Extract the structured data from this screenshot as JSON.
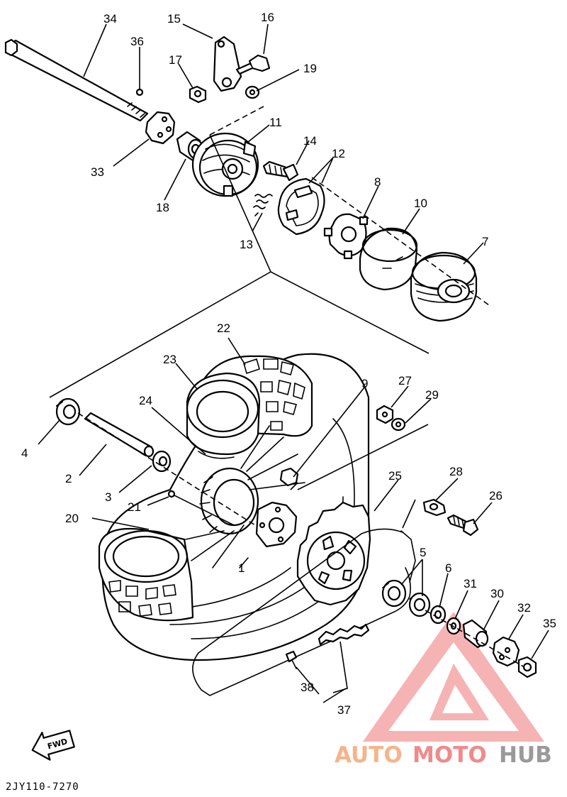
{
  "diagram_code": "2JY110-7270",
  "direction_label": "FWD",
  "watermark": {
    "part1": "AUTO",
    "part2": "MOTO",
    "part3": "HUB",
    "color_orange": "#f5b48a",
    "color_red": "#f08a8a",
    "color_gray": "#9a9a9a"
  },
  "callouts": {
    "c1": "1",
    "c2": "2",
    "c3": "3",
    "c4": "4",
    "c5": "5",
    "c6": "6",
    "c7": "7",
    "c8": "8",
    "c9": "9",
    "c10": "10",
    "c11": "11",
    "c12": "12",
    "c13": "13",
    "c14": "14",
    "c15": "15",
    "c16": "16",
    "c17": "17",
    "c18": "18",
    "c19": "19",
    "c20": "20",
    "c21": "21",
    "c22": "22",
    "c23": "23",
    "c24": "24",
    "c25": "25",
    "c26": "26",
    "c27": "27",
    "c28": "28",
    "c29": "29",
    "c30": "30",
    "c31": "31",
    "c32": "32",
    "c33": "33",
    "c34": "34",
    "c35": "35",
    "c36": "36",
    "c37": "37",
    "c38": "38"
  }
}
